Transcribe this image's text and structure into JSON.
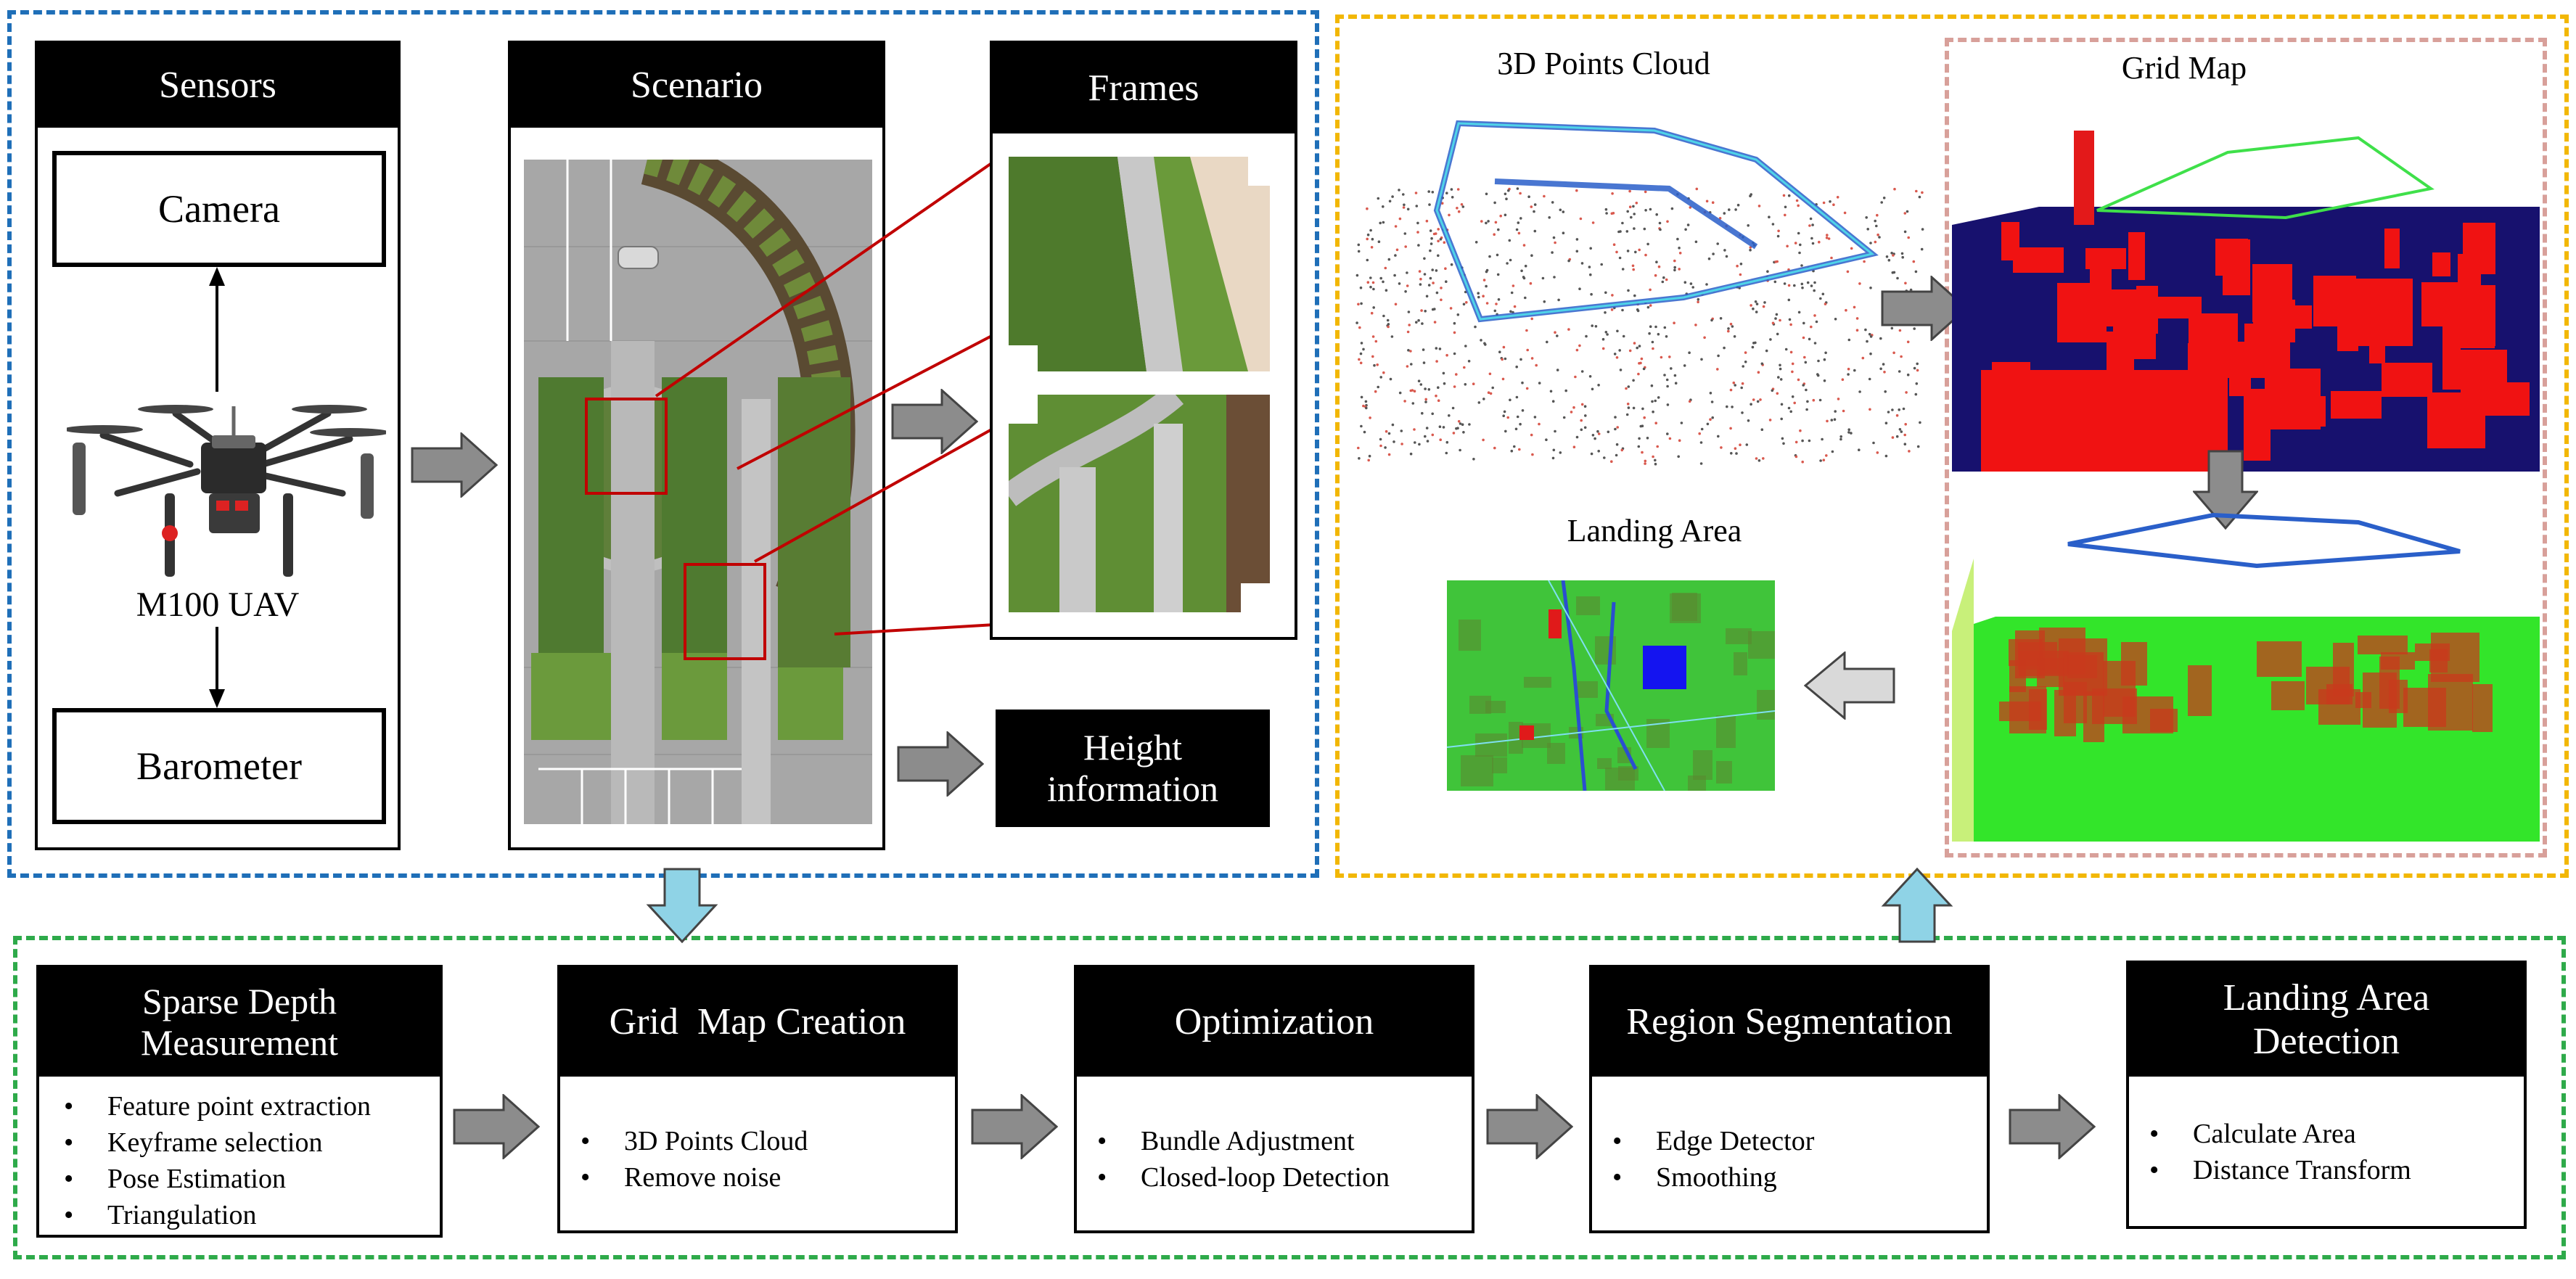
{
  "top_left": {
    "sensors": {
      "title": "Sensors",
      "camera": "Camera",
      "uav_label": "M100 UAV",
      "barometer": "Barometer"
    },
    "scenario": {
      "title": "Scenario"
    },
    "frames": {
      "title": "Frames"
    },
    "height_info": "Height information"
  },
  "top_right": {
    "point_cloud_title": "3D Points Cloud",
    "grid_map_title": "Grid Map",
    "landing_area_title": "Landing Area"
  },
  "pipeline": [
    {
      "title": "Sparse Depth Measurement",
      "items": [
        "Feature point extraction",
        "Keyframe selection",
        "Pose Estimation",
        "Triangulation"
      ]
    },
    {
      "title": "Grid  Map Creation",
      "items": [
        "3D Points Cloud",
        "Remove noise"
      ]
    },
    {
      "title": "Optimization",
      "items": [
        "Bundle Adjustment",
        "Closed-loop Detection"
      ]
    },
    {
      "title": "Region Segmentation",
      "items": [
        "Edge Detector",
        "Smoothing"
      ]
    },
    {
      "title": "Landing Area Detection",
      "items": [
        "Calculate Area",
        "Distance Transform"
      ]
    }
  ],
  "colors": {
    "blue_dash": "#1f6fb8",
    "yellow_dash": "#f2b705",
    "pink_dash": "#d8a09a",
    "green_dash": "#2eaa4a",
    "arrow_gray": "#8c8c8c",
    "arrow_light_blue": "#8fd3e6"
  }
}
